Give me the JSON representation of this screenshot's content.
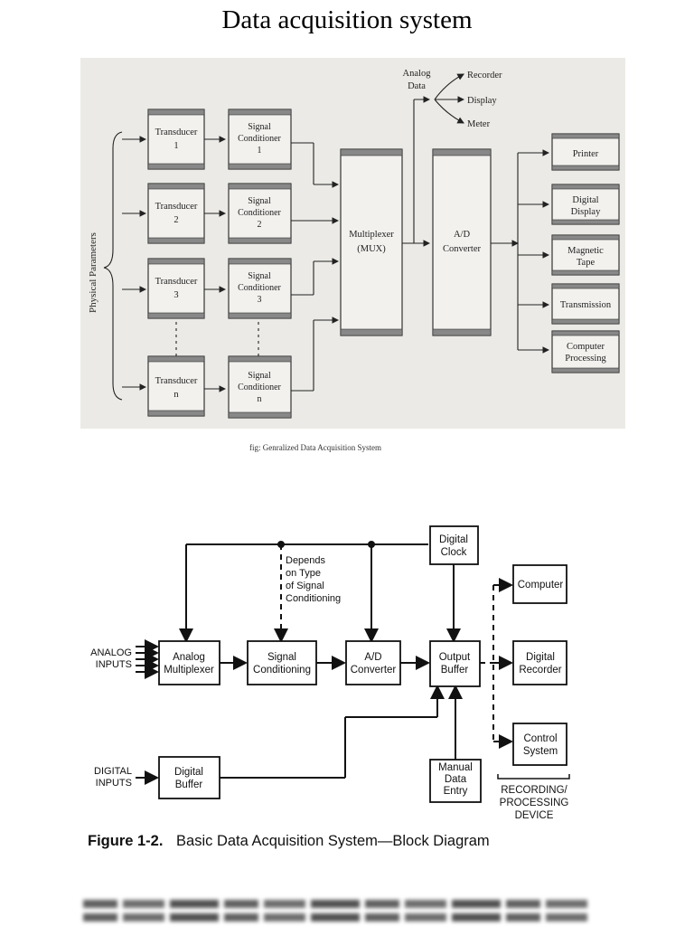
{
  "page": {
    "title": "Data acquisition system"
  },
  "figure1": {
    "side_label": "Physical Parameters",
    "transducers": [
      "Transducer 1",
      "Transducer 2",
      "Transducer 3",
      "Transducer n"
    ],
    "conditioners": [
      "Signal Conditioner 1",
      "Signal Conditioner 2",
      "Signal Conditioner 3",
      "Signal Conditioner n"
    ],
    "multiplexer": [
      "Multiplexer",
      "(MUX)"
    ],
    "converter": [
      "A/D",
      "Converter"
    ],
    "analog_data": [
      "Analog",
      "Data"
    ],
    "analog_outputs": [
      "Recorder",
      "Display",
      "Meter"
    ],
    "outputs": [
      "Printer",
      "Digital Display",
      "Magnetic Tape",
      "Transmission",
      "Computer Processing"
    ],
    "caption": "fig:   Genralized Data Acquisition System"
  },
  "figure2": {
    "analog_inputs": [
      "ANALOG",
      "INPUTS"
    ],
    "digital_inputs": [
      "DIGITAL",
      "INPUTS"
    ],
    "blocks": {
      "analog_multiplexer": [
        "Analog",
        "Multiplexer"
      ],
      "signal_conditioning": [
        "Signal",
        "Conditioning"
      ],
      "ad_converter": [
        "A/D",
        "Converter"
      ],
      "output_buffer": [
        "Output",
        "Buffer"
      ],
      "digital_clock": [
        "Digital",
        "Clock"
      ],
      "digital_buffer": [
        "Digital",
        "Buffer"
      ],
      "manual_data_entry": [
        "Manual",
        "Data",
        "Entry"
      ],
      "computer": [
        "Computer"
      ],
      "digital_recorder": [
        "Digital",
        "Recorder"
      ],
      "control_system": [
        "Control",
        "System"
      ]
    },
    "depends_note": [
      "Depends",
      "on Type",
      "of Signal",
      "Conditioning"
    ],
    "recording_label": [
      "RECORDING/",
      "PROCESSING",
      "DEVICE"
    ],
    "caption_number": "Figure 1-2.",
    "caption_text": "Basic Data Acquisition System—Block Diagram"
  }
}
